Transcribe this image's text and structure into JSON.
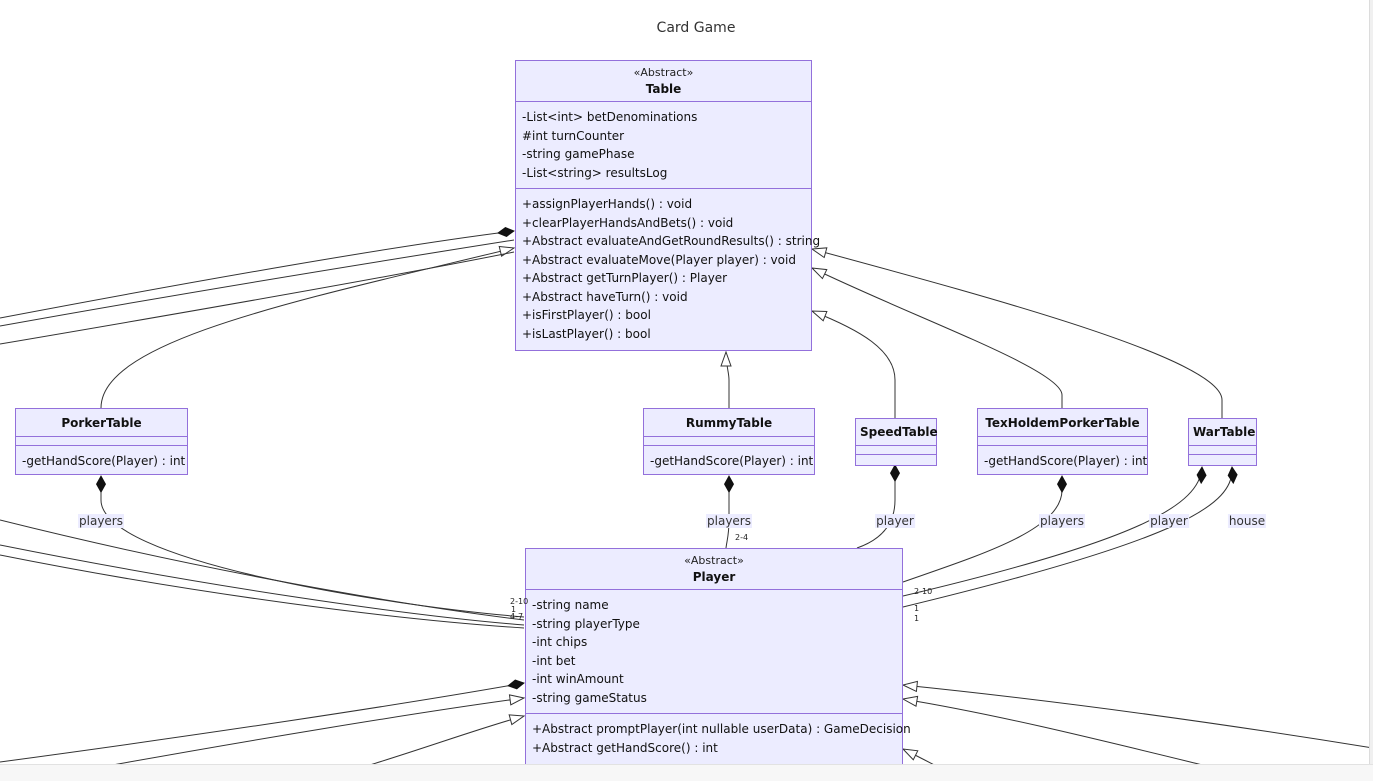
{
  "diagram_title": "Card Game",
  "classes": {
    "table": {
      "stereotype": "«Abstract»",
      "name": "Table",
      "attributes": [
        "-List<int> betDenominations",
        "#int turnCounter",
        "-string gamePhase",
        "-List<string> resultsLog"
      ],
      "methods": [
        "+assignPlayerHands() : void",
        "+clearPlayerHandsAndBets() : void",
        "+Abstract evaluateAndGetRoundResults() : string",
        "+Abstract evaluateMove(Player player) : void",
        "+Abstract getTurnPlayer() : Player",
        "+Abstract haveTurn() : void",
        "+isFirstPlayer() : bool",
        "+isLastPlayer() : bool"
      ]
    },
    "porker_table": {
      "name": "PorkerTable",
      "methods": [
        "-getHandScore(Player) : int"
      ]
    },
    "rummy_table": {
      "name": "RummyTable",
      "methods": [
        "-getHandScore(Player) : int"
      ]
    },
    "speed_table": {
      "name": "SpeedTable"
    },
    "texholdem_table": {
      "name": "TexHoldemPorkerTable",
      "methods": [
        "-getHandScore(Player) : int"
      ]
    },
    "war_table": {
      "name": "WarTable"
    },
    "player": {
      "stereotype": "«Abstract»",
      "name": "Player",
      "attributes": [
        "-string name",
        "-string playerType",
        "-int chips",
        "-int bet",
        "-int winAmount",
        "-string gameStatus"
      ],
      "methods": [
        "+Abstract promptPlayer(int nullable userData) : GameDecision",
        "+Abstract getHandScore() : int"
      ]
    }
  },
  "edge_labels": {
    "porker_players": "players",
    "rummy_players": "players",
    "speed_player": "player",
    "texholdem_players": "players",
    "war_player": "player",
    "war_house": "house"
  },
  "multiplicities": {
    "rummy_2_4": "2-4",
    "left_2_10": "2-10",
    "left_1": "1",
    "left_4_7": "4-7",
    "right_2_10": "2-10",
    "right_1a": "1",
    "right_1b": "1"
  },
  "colors": {
    "class_fill": "#ececff",
    "class_border": "#9370db",
    "edge": "#333333"
  }
}
